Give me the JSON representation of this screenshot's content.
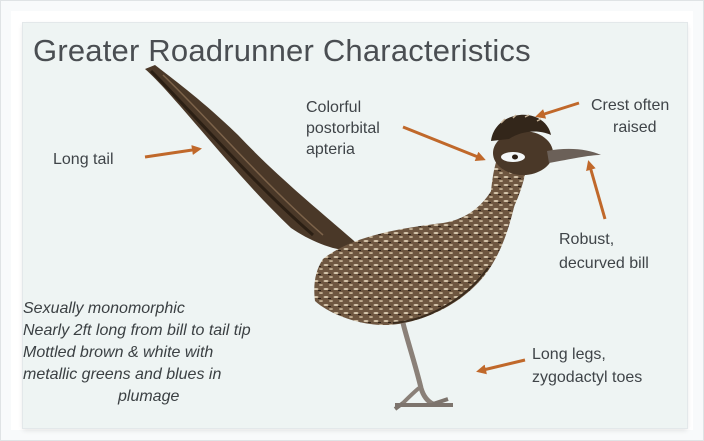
{
  "slide": {
    "title": "Greater Roadrunner Characteristics",
    "labels": {
      "long_tail": "Long tail",
      "apteria_line1": "Colorful",
      "apteria_line2": "postorbital",
      "apteria_line3": "apteria",
      "crest_line1": "Crest often",
      "crest_line2": "raised",
      "bill_line1": "Robust,",
      "bill_line2": "decurved bill",
      "legs_line1": "Long legs,",
      "legs_line2": "zygodactyl toes"
    },
    "notes": [
      "Sexually monomorphic",
      "Nearly 2ft long from bill to tail tip",
      "Mottled brown & white with",
      "metallic greens and blues in",
      "plumage"
    ],
    "colors": {
      "arrow": "#c0682a",
      "bird_dark": "#3e2e20",
      "bird_mid": "#7a6148",
      "bird_light": "#c7b49a"
    }
  }
}
